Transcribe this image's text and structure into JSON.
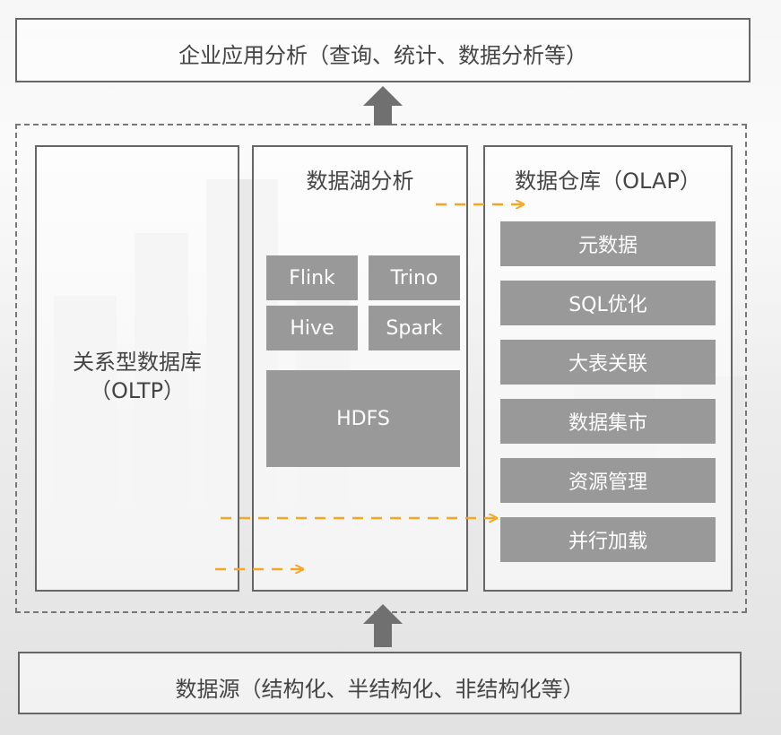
{
  "top_box": {
    "label": "企业应用分析（查询、统计、数据分析等）"
  },
  "bottom_box": {
    "label": "数据源（结构化、半结构化、非结构化等）"
  },
  "oltp": {
    "line1": "关系型数据库",
    "line2": "（OLTP）"
  },
  "lake": {
    "title": "数据湖分析",
    "engines": [
      "Flink",
      "Trino",
      "Hive",
      "Spark"
    ],
    "storage": "HDFS"
  },
  "warehouse": {
    "title": "数据仓库（OLAP）",
    "items": [
      "元数据",
      "SQL优化",
      "大表关联",
      "数据集市",
      "资源管理",
      "并行加载"
    ]
  },
  "colors": {
    "arrow_orange": "#f5a623",
    "block_gray": "#999999",
    "arrow_gray": "#707070"
  }
}
